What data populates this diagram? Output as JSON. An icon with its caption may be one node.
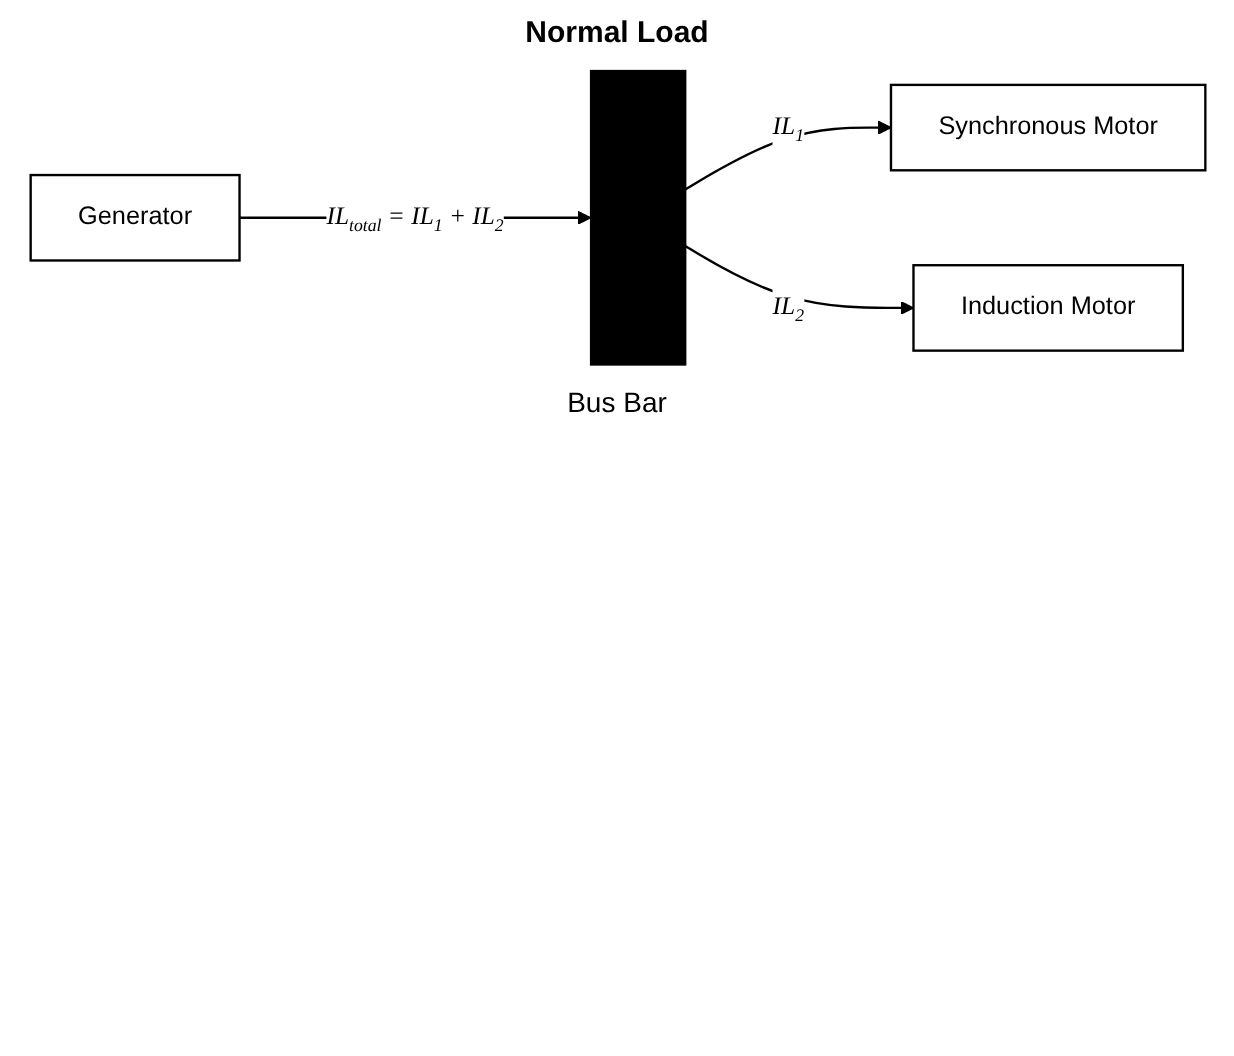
{
  "diagram": {
    "title": "Normal Load",
    "nodes": [
      {
        "text": [
          "Generator"
        ]
      },
      {
        "text": [
          "Synchronous Motor"
        ]
      },
      {
        "text": [
          "Induction Motor"
        ]
      },
      {
        "text": [],
        "shape": "bar",
        "beside": [
          "Bus Bar"
        ]
      }
    ],
    "edges": [
      {
        "from": 0,
        "to": 3,
        "arrow": "to",
        "label": "IL$_{total}$ = IL$_{1}$ + IL$_{2}$"
      },
      {
        "from": 3,
        "to": 1,
        "arrow": "to",
        "label": "IL$_{1}$"
      },
      {
        "from": 3,
        "to": 2,
        "arrow": "to",
        "label": "IL$_{2}$"
      }
    ]
  }
}
